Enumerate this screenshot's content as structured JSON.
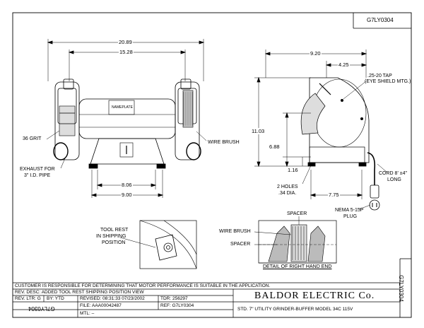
{
  "drawing_id_top": "G7LY0304",
  "drawing_id_side": "G7LY0304",
  "drawing_id_mirrored": "G7LY0304",
  "front_view": {
    "dim_overall": "20.89",
    "dim_shaft": "15.28",
    "dim_base_holes": "8.06",
    "dim_base": "9.00",
    "label_36_grit": "36 GRIT",
    "label_exhaust_line1": "EXHAUST FOR",
    "label_exhaust_line2": "3\" I.D. PIPE",
    "label_wire_brush": "WIRE BRUSH",
    "nameplate": "NAMEPLATE"
  },
  "side_view": {
    "dim_width": "9.20",
    "dim_425": "4.25",
    "dim_height": "11.03",
    "dim_688": "6.88",
    "dim_116": "1.16",
    "dim_775": "7.75",
    "label_tap_line1": ".25-20 TAP",
    "label_tap_line2": "(EYE SHIELD MTG.)",
    "label_holes_line1": "2 HOLES",
    "label_holes_line2": ".34 DIA.",
    "label_cord_line1": "CORD 8' ±4\"",
    "label_cord_line2": "LONG",
    "label_nema_line1": "NEMA 5-15P",
    "label_nema_line2": "PLUG"
  },
  "detail": {
    "tool_rest_line1": "TOOL REST",
    "tool_rest_line2": "IN SHIPPING",
    "tool_rest_line3": "POSITION",
    "spacer_top": "SPACER",
    "wire_brush": "WIRE BRUSH",
    "spacer_left": "SPACER",
    "caption": "DETAIL OF RIGHT HAND END"
  },
  "title_block": {
    "customer_note": "CUSTOMER IS RESPONSIBLE FOR DETERMINING THAT MOTOR PERFORMANCE IS SUITABLE IN THE APPLICATION.",
    "rev_desc": "REV. DESC: ADDED TOOL REST SHIPPING POSITION VIEW",
    "rev_ltr": "REV. LTR: G",
    "by": "BY: YTD",
    "revised": "REVISED: 08:31:33 07/23/2002",
    "tdr": "TDR: 256297",
    "file": "FILE: AAA00042487",
    "ref": "REF: G7LY0304",
    "mtl": "MTL: –",
    "company": "BALDOR ELECTRIC Co.",
    "description": "STD. 7\" UTILITY GRINDER-BUFFER  MODEL 34C  115V"
  }
}
